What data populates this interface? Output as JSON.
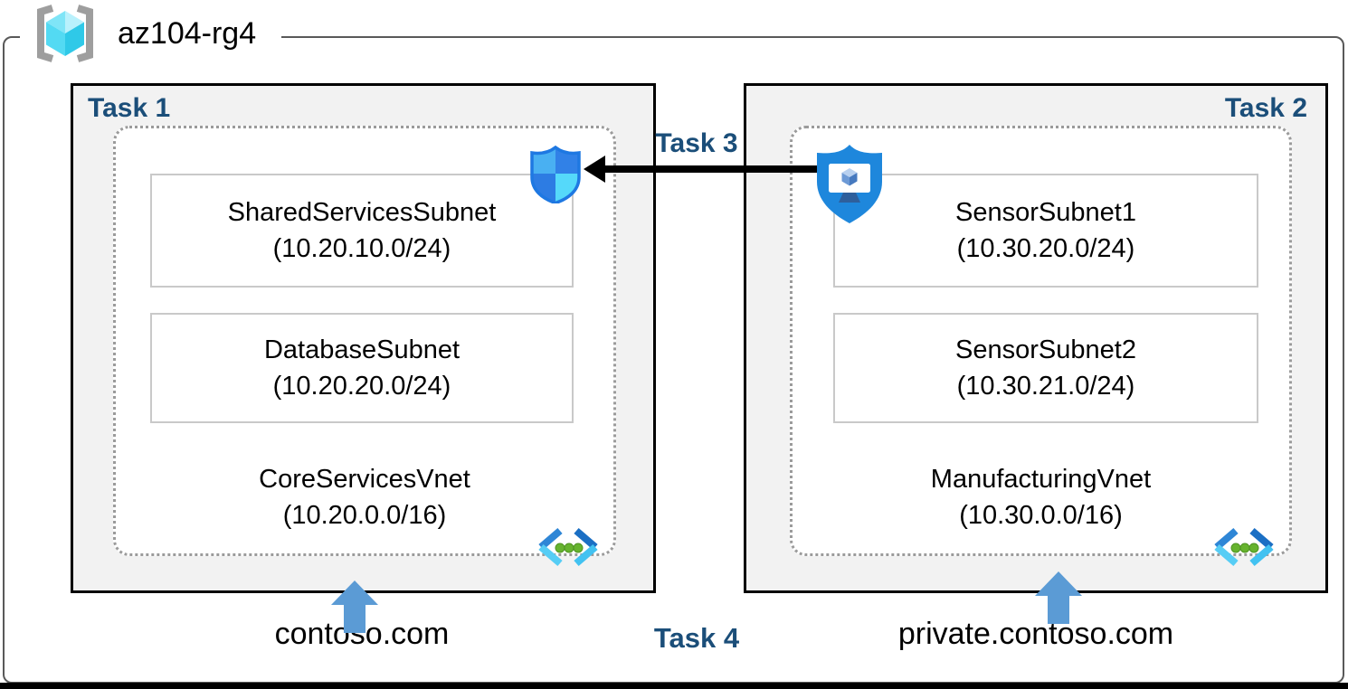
{
  "resource_group": {
    "name": "az104-rg4"
  },
  "labels": {
    "task1": "Task 1",
    "task2": "Task 2",
    "task3": "Task 3",
    "task4": "Task 4"
  },
  "vnets": [
    {
      "name": "CoreServicesVnet",
      "cidr": "(10.20.0.0/16)",
      "dns": "contoso.com",
      "subnets": [
        {
          "name": "SharedServicesSubnet",
          "cidr": "(10.20.10.0/24)"
        },
        {
          "name": "DatabaseSubnet",
          "cidr": "(10.20.20.0/24)"
        }
      ]
    },
    {
      "name": "ManufacturingVnet",
      "cidr": "(10.30.0.0/16)",
      "dns": "private.contoso.com",
      "subnets": [
        {
          "name": "SensorSubnet1",
          "cidr": "(10.30.20.0/24)"
        },
        {
          "name": "SensorSubnet2",
          "cidr": "(10.30.21.0/24)"
        }
      ]
    }
  ],
  "icons": {
    "resource_group": "resource-group-icon",
    "network_security_group": "network-security-group-icon",
    "bastion": "bastion-shield-icon",
    "virtual_network": "virtual-network-icon",
    "peering_arrow": "black-left-arrow",
    "dns_arrow": "blue-up-arrow"
  },
  "colors": {
    "task_label": "#1B4E79",
    "task_box_fill": "#F2F2F2",
    "frame_border": "#595959",
    "up_arrow": "#5B9BD5",
    "nsg_light": "#55D9FA",
    "nsg_dark": "#2D7CE3",
    "bastion_blue": "#1E87DC",
    "vnet_green_dot": "#66B32E"
  }
}
